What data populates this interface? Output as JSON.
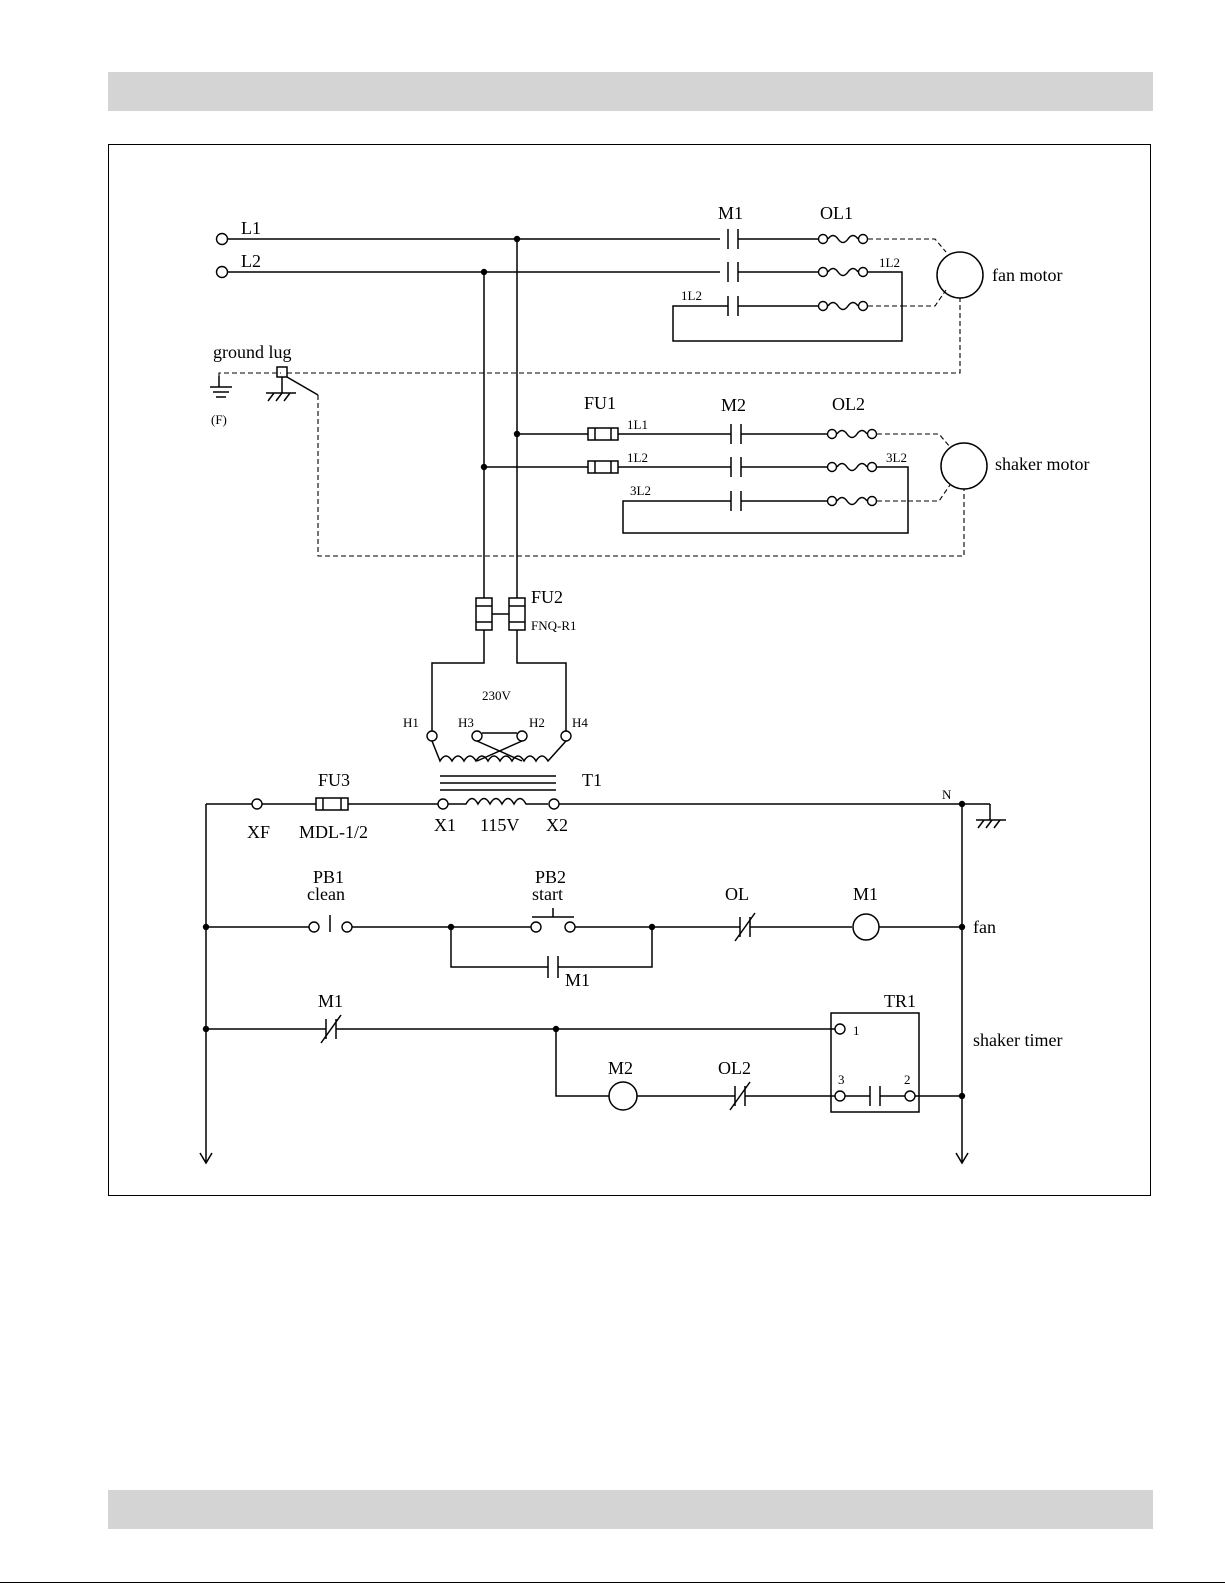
{
  "diagram": {
    "power": {
      "l1": "L1",
      "l2": "L2",
      "ground_lug": "ground lug",
      "ground_f": "(F)"
    },
    "fan_circuit": {
      "m1": "M1",
      "ol1": "OL1",
      "tag_1l2_right": "1L2",
      "tag_1l2_left": "1L2",
      "motor": "fan motor"
    },
    "shaker_circuit": {
      "fu1": "FU1",
      "tag_1l1": "1L1",
      "tag_1l2": "1L2",
      "m2": "M2",
      "ol2": "OL2",
      "tag_3l2_right": "3L2",
      "tag_3l2_left": "3L2",
      "motor": "shaker motor"
    },
    "transformer": {
      "fu2": "FU2",
      "fu2_type": "FNQ-R1",
      "primary_voltage": "230V",
      "h1": "H1",
      "h2": "H2",
      "h3": "H3",
      "h4": "H4",
      "t1": "T1",
      "x1": "X1",
      "x2": "X2",
      "secondary_voltage": "115V",
      "fu3": "FU3",
      "fu3_type": "MDL-1/2",
      "xf": "XF",
      "neutral": "N"
    },
    "control": {
      "pb1": "PB1",
      "pb1_name": "clean",
      "pb2": "PB2",
      "pb2_name": "start",
      "ol": "OL",
      "m1_coil": "M1",
      "m1_seal": "M1",
      "fan": "fan",
      "m1_nc": "M1",
      "tr1": "TR1",
      "tr1_pin1": "1",
      "tr1_pin2": "2",
      "tr1_pin3": "3",
      "m2_coil": "M2",
      "ol2": "OL2",
      "shaker_timer": "shaker timer"
    }
  }
}
